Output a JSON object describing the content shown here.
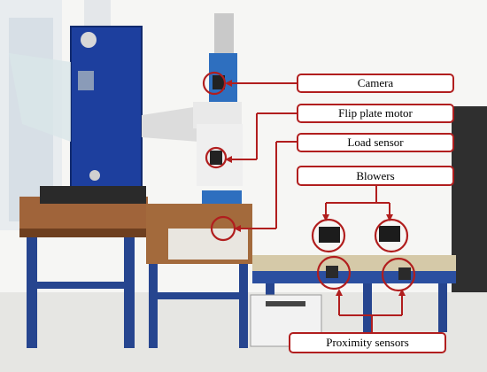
{
  "labels": {
    "camera": "Camera",
    "flip_plate_motor": "Flip plate motor",
    "load_sensor": "Load sensor",
    "blowers": "Blowers",
    "proximity_sensors": "Proximity sensors"
  },
  "colors": {
    "annotation": "#b11e1e",
    "machine_body": "#1d3f9e",
    "frame": "#1f3f8a"
  }
}
